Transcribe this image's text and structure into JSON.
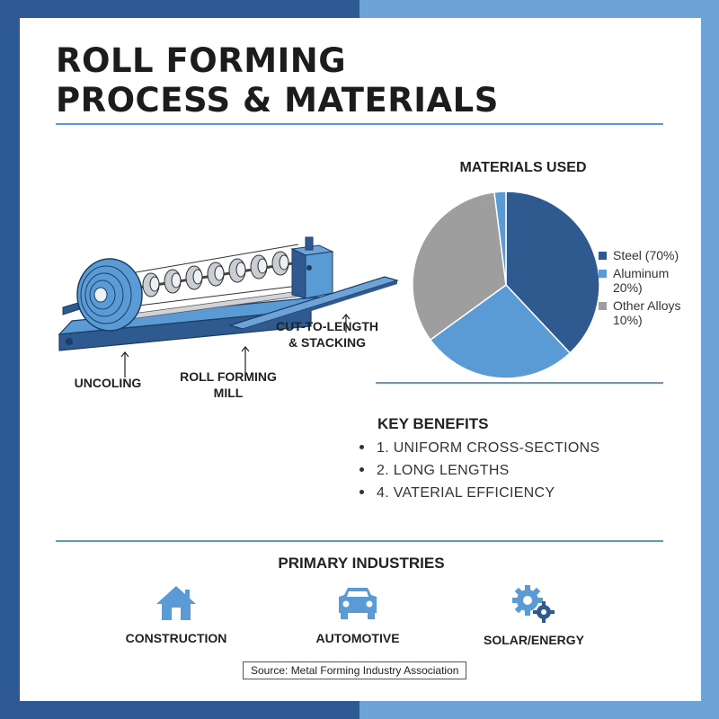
{
  "title": {
    "line1": "ROLL FORMING",
    "line2": "PROCESS & MATERIALS"
  },
  "diagram": {
    "labels": {
      "uncoling": "UNCOLING",
      "mill_line1": "ROLL FORMING",
      "mill_line2": "MILL",
      "cut_line1": "CUT-TO-LENGTH",
      "cut_line2": "& STACKING"
    }
  },
  "chart_data": {
    "type": "pie",
    "title": "MATERIALS USED",
    "slices": [
      {
        "label": "Steel (70%)",
        "value": 38,
        "color": "#2e5a8f"
      },
      {
        "label": "Aluminum 20%)",
        "value": 27,
        "color": "#5b9bd5"
      },
      {
        "label": "Other Alloys 10%)",
        "value": 33,
        "color": "#9e9e9e"
      },
      {
        "label": "",
        "value": 2,
        "color": "#5b9bd5"
      }
    ],
    "legend": [
      {
        "line1": "Steel (70%)",
        "line2": "",
        "color": "#2e5a8f"
      },
      {
        "line1": "Aluminum",
        "line2": "20%)",
        "color": "#5b9bd5"
      },
      {
        "line1": "Other Alloys",
        "line2": "10%)",
        "color": "#9e9e9e"
      }
    ]
  },
  "benefits": {
    "title": "KEY BENEFITS",
    "items": [
      "1. UNIFORM CROSS-SECTIONS",
      "2. LONG LENGTHS",
      "4. VATERIAL EFFICIENCY"
    ]
  },
  "industries": {
    "title": "PRIMARY INDUSTRIES",
    "items": [
      {
        "label": "CONSTRUCTION",
        "icon": "house-icon"
      },
      {
        "label": "AUTOMOTIVE",
        "icon": "car-icon"
      },
      {
        "label": "SOLAR/ENERGY",
        "icon": "gears-icon"
      }
    ]
  },
  "source": "Source: Metal Forming Industry Association",
  "colors": {
    "dark_blue": "#2e5a8f",
    "light_blue": "#5b9bd5",
    "gray": "#9e9e9e"
  }
}
